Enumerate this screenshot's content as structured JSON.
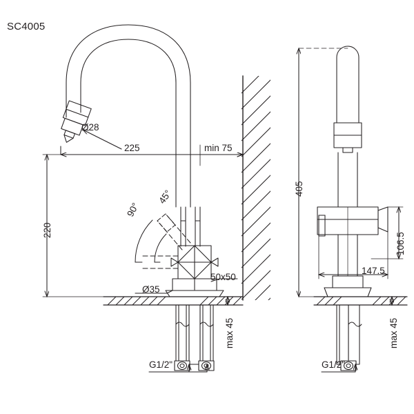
{
  "drawing": {
    "title": "SC4005",
    "type": "technical-dimension-drawing",
    "subject": "kitchen mixer tap / faucet",
    "views": [
      "front-elevation-with-wall-section",
      "side-elevation"
    ],
    "line_color": "#231f20",
    "background_color": "#ffffff"
  },
  "front_view": {
    "dim_spout_outlet_diameter": "Ø28",
    "dim_spout_reach": "225",
    "dim_wall_clearance": "min 75",
    "dim_spout_height": "220",
    "angle_full_swivel": "90°",
    "angle_half_swivel": "45°",
    "dim_base_diameter": "Ø35",
    "dim_body_section": "50x50",
    "dim_max_thickness": "max 45",
    "dim_supply_thread": "G1/2\""
  },
  "side_view": {
    "dim_total_height": "405",
    "dim_handle_height": "106.5",
    "dim_handle_spread": "147.5",
    "dim_max_thickness": "max 45",
    "dim_supply_thread": "G1/2\""
  }
}
